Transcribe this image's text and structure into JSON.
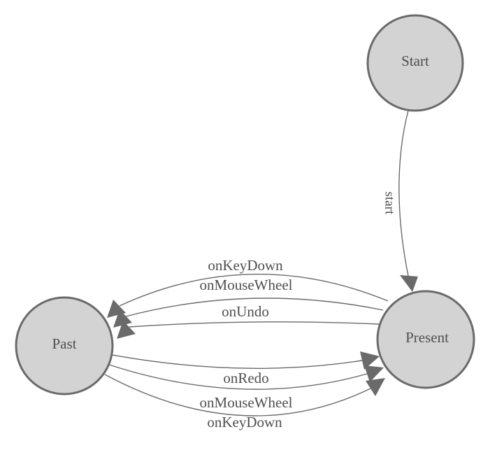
{
  "diagram": {
    "type": "state-machine",
    "background_color": "#ffffff",
    "colors": {
      "node_fill": "#d3d3d3",
      "node_stroke": "#6a6a6a",
      "edge_stroke": "#6a6a6a",
      "arrow_fill": "#6a6a6a",
      "label_color": "#4f4f4f"
    },
    "nodes": [
      {
        "id": "start",
        "label": "Start"
      },
      {
        "id": "present",
        "label": "Present"
      },
      {
        "id": "past",
        "label": "Past"
      }
    ],
    "edges": [
      {
        "from": "Start",
        "to": "Present",
        "label": "start"
      },
      {
        "from": "Present",
        "to": "Past",
        "label": "onKeyDown"
      },
      {
        "from": "Present",
        "to": "Past",
        "label": "onMouseWheel"
      },
      {
        "from": "Present",
        "to": "Past",
        "label": "onUndo"
      },
      {
        "from": "Past",
        "to": "Present",
        "label": "onRedo"
      },
      {
        "from": "Past",
        "to": "Present",
        "label": "onMouseWheel"
      },
      {
        "from": "Past",
        "to": "Present",
        "label": "onKeyDown"
      }
    ]
  }
}
